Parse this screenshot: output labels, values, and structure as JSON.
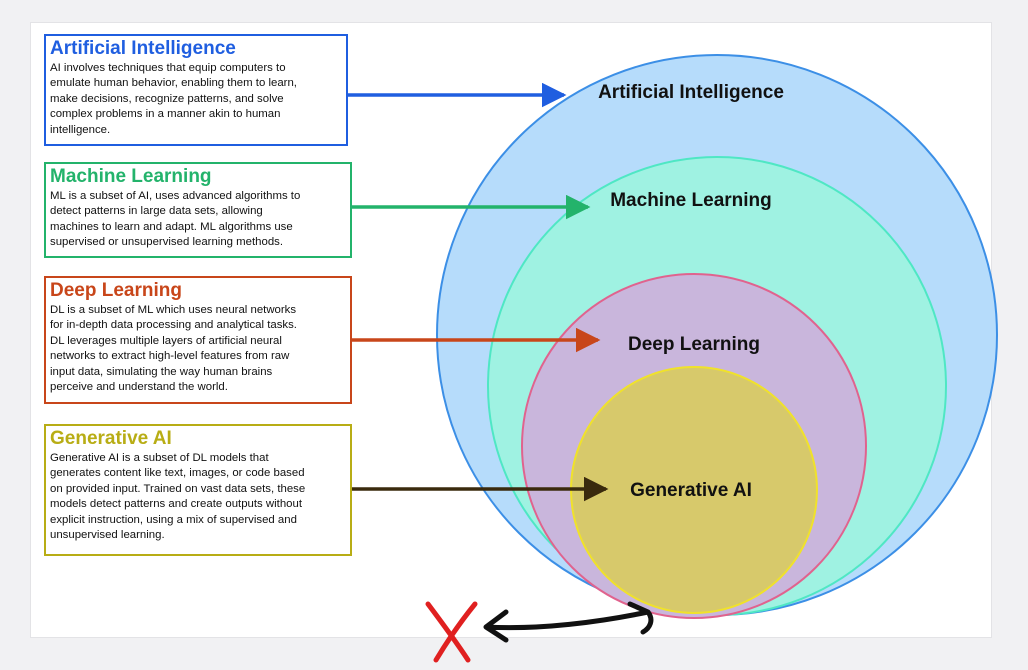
{
  "colors": {
    "ai": "#1f5ee0",
    "ml": "#23b36b",
    "dl": "#c8461a",
    "genai": "#b8ad15",
    "genai_arrow": "#3a2a0d",
    "annotation_x": "#e02020",
    "annotation_arrow": "#111111"
  },
  "boxes": [
    {
      "id": "ai",
      "title": "Artificial Intelligence",
      "lines": [
        "AI involves techniques that equip computers to",
        "emulate human behavior, enabling them to learn,",
        "make decisions, recognize patterns, and solve",
        "complex problems in a manner akin to human",
        "intelligence."
      ]
    },
    {
      "id": "ml",
      "title": "Machine Learning",
      "lines": [
        "ML is a subset of AI, uses advanced algorithms to",
        "detect patterns in large data sets, allowing",
        "machines to learn and adapt. ML algorithms use",
        "supervised or unsupervised learning methods."
      ]
    },
    {
      "id": "dl",
      "title": "Deep Learning",
      "lines": [
        "DL is a subset of ML which uses neural networks",
        "for in-depth data processing and analytical tasks.",
        "DL leverages multiple layers of artificial neural",
        "networks to extract high-level features from raw",
        "input data, simulating the way human brains",
        "perceive and understand the world."
      ]
    },
    {
      "id": "genai",
      "title": "Generative AI",
      "lines": [
        "Generative AI is a subset of DL models that",
        "generates content like text, images, or code based",
        "on provided input. Trained on vast data sets, these",
        "models detect patterns and create outputs without",
        "explicit instruction, using a mix of supervised and",
        "unsupervised learning."
      ]
    }
  ],
  "circles": {
    "ai_label": "Artificial Intelligence",
    "ml_label": "Machine Learning",
    "dl_label": "Deep Learning",
    "genai_label": "Generative AI"
  }
}
